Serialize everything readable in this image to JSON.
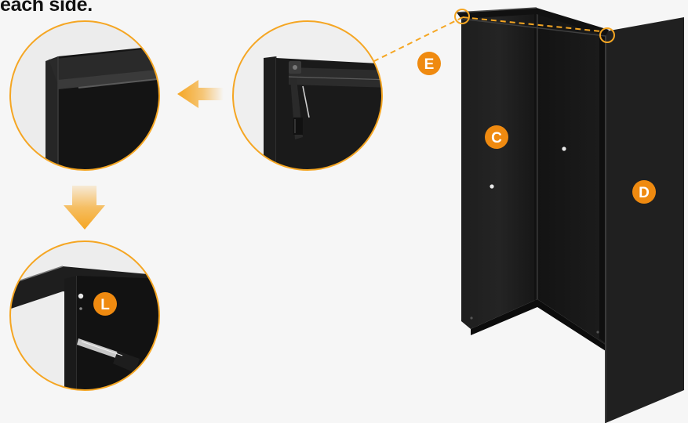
{
  "instruction": {
    "caption": "each side."
  },
  "labels": {
    "c": "C",
    "d": "D",
    "e": "E",
    "l": "L"
  },
  "colors": {
    "accent": "#f5a623",
    "badge": "#ef8a10",
    "cabinet": "#1a1a1a",
    "background": "#f6f6f6"
  },
  "icons": {
    "arrow_left": "arrow-left-icon",
    "arrow_down": "arrow-down-icon"
  }
}
